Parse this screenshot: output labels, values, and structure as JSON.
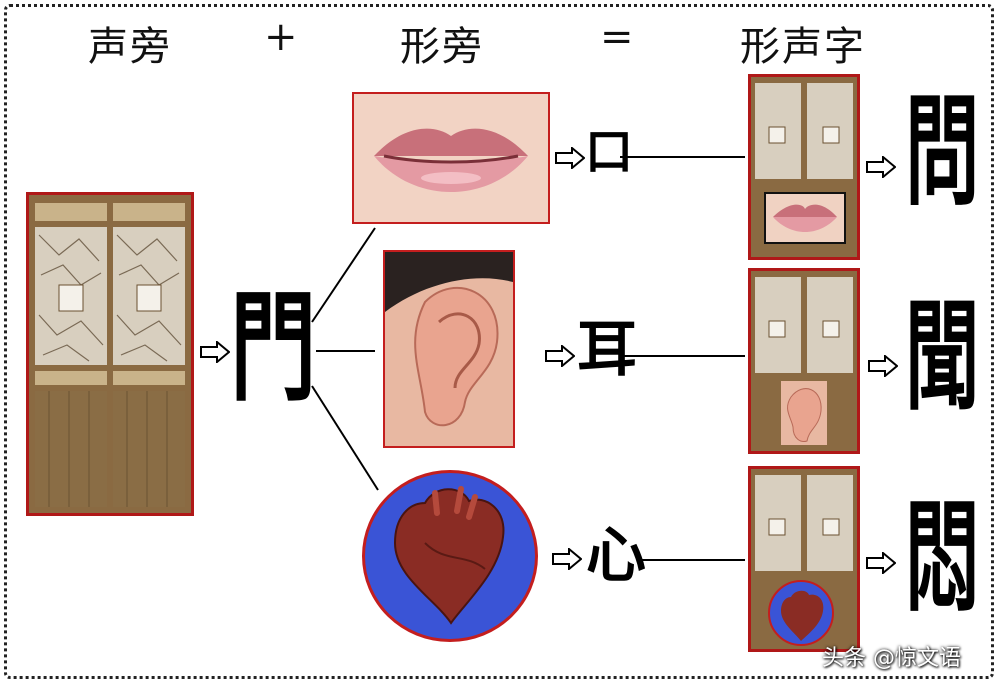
{
  "header": {
    "phonetic": "声旁",
    "plus": "+",
    "semantic": "形旁",
    "equals": "=",
    "compound": "形声字"
  },
  "glyphs": {
    "door": "門",
    "mouth": "口",
    "ear": "耳",
    "heart": "心",
    "ask": "問",
    "hear": "聞",
    "boredom": "悶"
  },
  "watermark": "头条 @惊文语",
  "colors": {
    "border_red": "#c41e1e",
    "circle_blue": "#3a54d6",
    "wood": "#7a5a35"
  }
}
